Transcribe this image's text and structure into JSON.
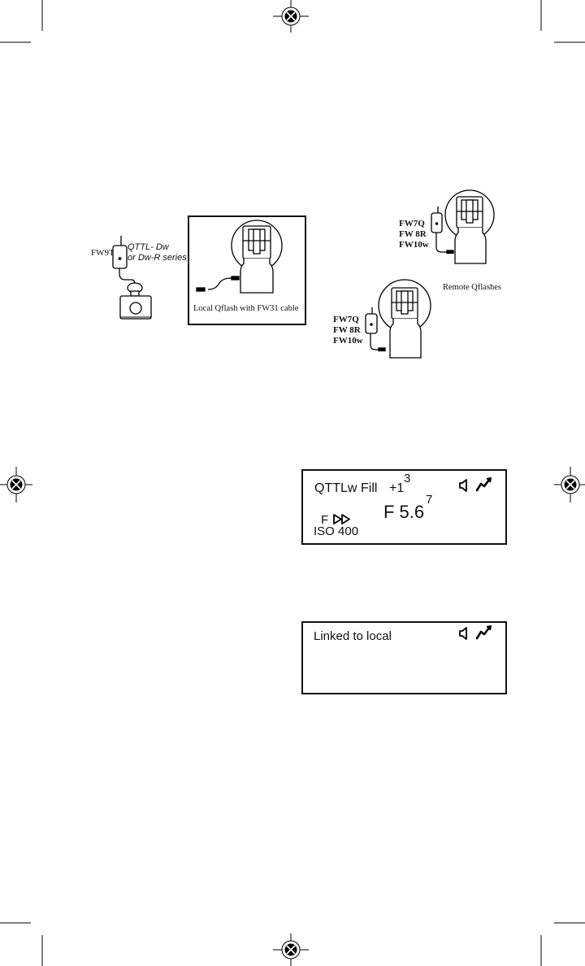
{
  "diagram": {
    "transmitter_label": "FW9T",
    "camera_note_line1": "QTTL- Dw",
    "camera_note_line2": "or Dw-R series",
    "local_caption": "Local Qflash with FW31 cable",
    "remote_caption": "Remote Qflashes",
    "remote_top": {
      "line1": "FW7Q",
      "line2": "FW 8R",
      "line3": "FW10w"
    },
    "remote_bottom": {
      "line1": "FW7Q",
      "line2": "FW 8R",
      "line3": "FW10w"
    }
  },
  "lcd1": {
    "mode": "QTTLw",
    "fill": "Fill",
    "comp": "+1",
    "comp_fraction": "3",
    "aperture": "F 5.6",
    "aperture_fraction": "7",
    "f_label": "F",
    "iso": "ISO 400"
  },
  "lcd2": {
    "status": "Linked to local"
  }
}
